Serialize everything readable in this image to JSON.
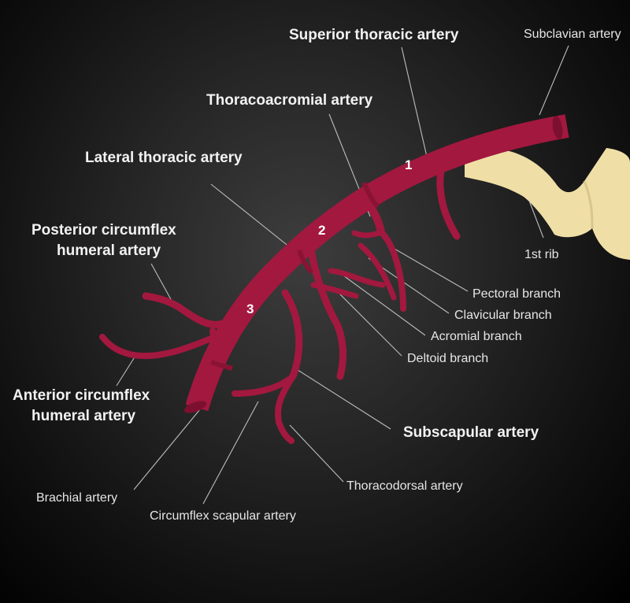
{
  "labels": {
    "superior_thoracic": "Superior thoracic artery",
    "subclavian": "Subclavian artery",
    "thoracoacromial": "Thoracoacromial artery",
    "lateral_thoracic": "Lateral thoracic artery",
    "posterior_circumflex_line1": "Posterior circumflex",
    "posterior_circumflex_line2": "humeral artery",
    "first_rib": "1st rib",
    "pectoral_branch": "Pectoral branch",
    "clavicular_branch": "Clavicular branch",
    "acromial_branch": "Acromial branch",
    "deltoid_branch": "Deltoid branch",
    "anterior_circumflex_line1": "Anterior circumflex",
    "anterior_circumflex_line2": "humeral artery",
    "subscapular": "Subscapular artery",
    "thoracodorsal": "Thoracodorsal artery",
    "brachial": "Brachial artery",
    "circumflex_scapular": "Circumflex scapular artery"
  },
  "segments": {
    "first": "1",
    "second": "2",
    "third": "3"
  },
  "colors": {
    "artery": "#a3183f",
    "artery_dark": "#7d1030",
    "bone": "#efdfa6",
    "bone_shade": "#d8c68a",
    "leader": "#bdbdbd"
  }
}
